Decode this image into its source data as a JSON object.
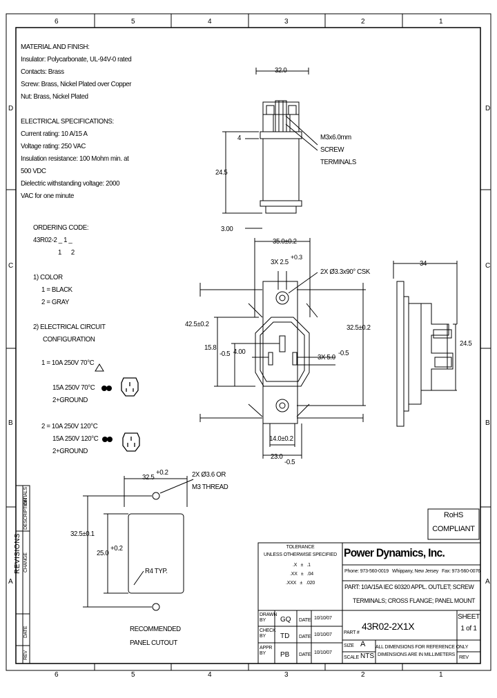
{
  "border": {
    "top_zones": [
      "6",
      "5",
      "4",
      "3",
      "2",
      "1"
    ],
    "bottom_zones": [
      "6",
      "5",
      "4",
      "3",
      "2",
      "1"
    ],
    "side_zones": [
      "D",
      "C",
      "B",
      "A"
    ]
  },
  "material": {
    "title": "MATERIAL AND FINISH:",
    "lines": [
      "Insulator: Polycarbonate, UL-94V-0 rated",
      "Contacts: Brass",
      "Screw: Brass, Nickel Plated over Copper",
      "Nut: Brass, Nickel Plated"
    ]
  },
  "electrical": {
    "title": "ELECTRICAL SPECIFICATIONS:",
    "lines": [
      "Current rating: 10 A/15 A",
      "Voltage rating: 250 VAC",
      "Insulation resistance: 100 Mohm min. at",
      "500 VDC",
      "Dielectric withstanding voltage: 2000",
      "VAC for one minute"
    ]
  },
  "ordering": {
    "title": "ORDERING CODE:",
    "code": "43R02-2 _ 1 _",
    "positions": "1      2",
    "color_title": "1)  COLOR",
    "color_1": "1 = BLACK",
    "color_2": "2 = GRAY",
    "circuit_title": "2)  ELECTRICAL CIRCUIT",
    "circuit_title_2": "CONFIGURATION",
    "opt1_a": "1 = 10A 250V 70°C",
    "opt1_b": "15A 250V 70°C",
    "opt1_c": "2+GROUND",
    "opt2_a": "2 = 10A 250V 120°C",
    "opt2_b": "15A 250V 120°C",
    "opt2_c": "2+GROUND"
  },
  "dims": {
    "d32": "32.0",
    "d4": "4",
    "d24_5": "24.5",
    "d3": "3.00",
    "screw_1": "M3x6.0mm",
    "screw_2": "SCREW",
    "screw_3": "TERMINALS",
    "d35": "35.0±0.2",
    "d3x25": "3X 2.5",
    "d3x25_tol": "+0.3",
    "csk": "2X Ø3.3x90° CSK",
    "d42_5": "42.5±0.2",
    "d32_5": "32.5±0.2",
    "d15_8": "15.8",
    "d15_8_tol": "-0.5",
    "d4_00": "4.00",
    "d3x5": "3X 5.0",
    "d3x5_tol": "-0.5",
    "d14": "14.0±0.2",
    "d23": "23.0",
    "d23_tol": "-0.5",
    "d34": "34",
    "d24_5b": "24.5",
    "c32_5": "32.5",
    "c32_5_tol": "+0.2",
    "c_hole_1": "2X Ø3.6 OR",
    "c_hole_2": "M3 THREAD",
    "c32_5b": "32.5±0.1",
    "c25": "25.0",
    "c25_tol": "+0.2",
    "r4": "R4 TYP.",
    "cut_1": "RECOMMENDED",
    "cut_2": "PANEL CUTOUT"
  },
  "rohs": {
    "line1": "RoHS",
    "line2": "COMPLIANT"
  },
  "revisions": {
    "title": "REVISIONS",
    "col_change": "CHANGE",
    "col_date": "DATE",
    "col_rev": "REV",
    "col_initials": "INITIALS",
    "col_description": "DESCRIPTION"
  },
  "tolerance": {
    "title": "TOLERANCE",
    "subtitle": "UNLESS OTHERWISE SPECIFIED",
    "r1": ".X   ±   .1",
    "r2": ".XX   ±   .04",
    "r3": ".XXX   ±   .020"
  },
  "company": {
    "name": "Power Dynamics, Inc.",
    "phone": "Phone: 973-560-0019",
    "city": "Whippany, New Jersey",
    "fax": "Fax: 973-560-0076"
  },
  "part": {
    "line1": "PART: 10A/15A IEC 60320 APPL. OUTLET; SCREW",
    "line2": "TERMINALS; CROSS FLANGE; PANEL MOUNT"
  },
  "title_block": {
    "drawn_label": "DRAWN BY",
    "drawn": "GQ",
    "drawn_date": "10/10/07",
    "check_label": "CHECK BY",
    "check": "TD",
    "check_date": "10/10/07",
    "appr_label": "APPR BY",
    "appr": "PB",
    "appr_date": "10/10/07",
    "date_label": "DATE",
    "partno_label": "PART #",
    "partno": "43R02-2X1X",
    "sheet_label": "SHEET",
    "sheet": "1 of 1",
    "size_label": "SIZE",
    "size": "A",
    "scale_label": "SCALE",
    "scale": "NTS",
    "note1": "ALL DIMENSIONS FOR REFERENCE ONLY",
    "note2": "DIMENSIONS ARE IN MILLIMETERS",
    "rev_label": "REV"
  }
}
